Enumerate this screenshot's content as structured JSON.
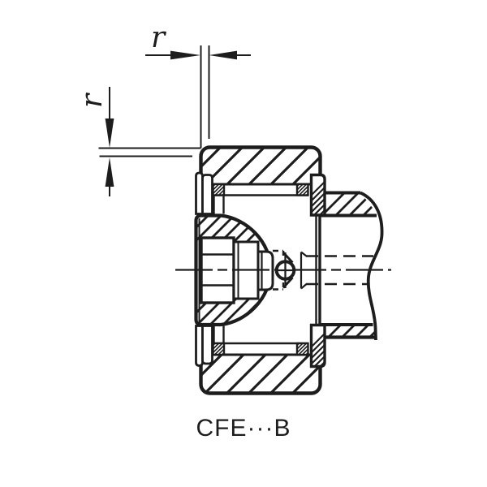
{
  "figure": {
    "caption": "CFE···B",
    "dimensions": {
      "top_radius_label": "r",
      "side_radius_label": "r"
    },
    "colors": {
      "line": "#1d1d1d",
      "background": "#ffffff"
    }
  }
}
